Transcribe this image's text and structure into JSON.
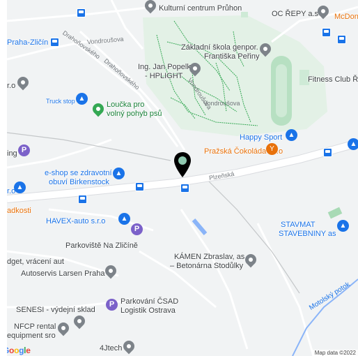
{
  "map": {
    "colors": {
      "land": "#f1f3f4",
      "road": "#ffffff",
      "park": "#ceead6",
      "path": "#34a853",
      "water": "#7ab4f5",
      "marker": "#000000",
      "marker_center": "#8fc9b0"
    },
    "streets": {
      "drahonovskeho_1": "Drahoňovského",
      "drahonovskeho_2": "Drahoňovského",
      "vondrousova_1": "Vondroušova",
      "vondrousova_2": "Vondroušova",
      "vondrousova_3": "Vondroušova",
      "plzenska": "Plzeňská",
      "motolsky_potok": "Motolský potok"
    },
    "places": {
      "kulturni_centrum": "Kulturní centrum Průhon",
      "oc_repy": "OC ŘEPY a.s",
      "mcdonalds": "McDona",
      "praha_zlicin": "Praha-Zličín",
      "zakladni_skola_1": "Základní škola genpor.",
      "zakladni_skola_2": "Františka Peřiny",
      "ing_jan_popelka_1": "Ing. Jan Popelka",
      "ing_jan_popelka_2": "- HPLIGHT",
      "fitness_club": "Fitness Club Ř",
      "r_o_1": "r.o",
      "truck_stop": "Truck stop",
      "loucka_1": "Loučka pro",
      "loucka_2": "volný pohyb psů",
      "happy_sport": "Happy Sport",
      "prazska_cokolada": "Pražská Čokoláda s.r.o",
      "parking_left": "ing",
      "eshop_1": "e-shop se zdravotní",
      "eshop_2": "obuví Birkenstock",
      "r_o_2": "r.o",
      "radkosti": "adkosti",
      "havex": "HAVEX-auto s.r.o",
      "parkoviste": "Parkoviště Na Zličíně",
      "stavmat_1": "STAVMAT",
      "stavmat_2": "STAVEBNINY as",
      "kamen_1": "KÁMEN Zbraslav, as",
      "kamen_2": "– Betonárna Stodůlky",
      "dget": "dget, vrácení aut",
      "autoservis": "Autoservis Larsen Praha",
      "parkovani_csad_1": "Parkování ČSAD",
      "parkovani_csad_2": "Logistik Ostrava",
      "senesi": "SENESI - výdejní sklad",
      "nfcp_1": "NFCP rental",
      "nfcp_2": "equipment sro",
      "jtech": "4Jtech"
    },
    "logo": "Google",
    "attribution": "Map data ©2022"
  }
}
